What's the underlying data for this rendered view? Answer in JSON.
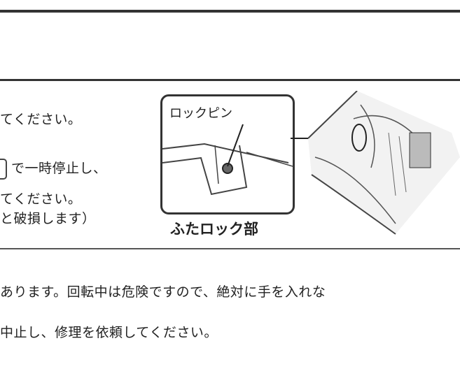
{
  "box": {
    "lines": [
      "てください。",
      "で一時停止し、",
      "てください。",
      "と破損します）"
    ]
  },
  "figure": {
    "callout_label": "ロックピン",
    "caption": "ふたロック部"
  },
  "body_text": [
    "あります。回転中は危険ですので、絶対に手を入れな",
    "中止し、修理を依頼してください。"
  ]
}
